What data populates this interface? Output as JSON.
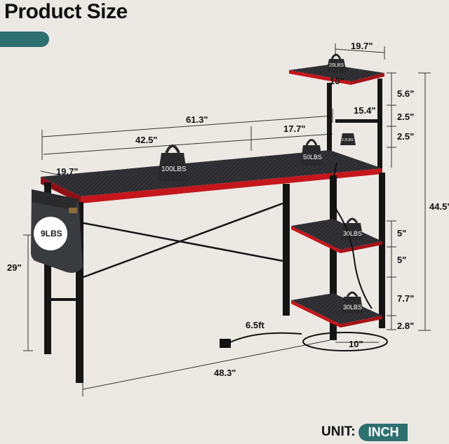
{
  "header": {
    "title": "Product Size"
  },
  "dimensions": {
    "top_width": "19.7\"",
    "top_shelf_depth": "10\"",
    "h_5_6": "5.6\"",
    "shelf_gap_15_4": "15.4\"",
    "h_2_5_a": "2.5\"",
    "h_2_5_b": "2.5\"",
    "total_length": "61.3\"",
    "desk_length": "42.5\"",
    "shelf_length": "17.7\"",
    "depth": "19.7\"",
    "total_height": "44.5\"",
    "desk_height": "29\"",
    "h_5_a": "5\"",
    "h_5_b": "5\"",
    "h_7_7": "7.7\"",
    "h_2_8": "2.8\"",
    "cable": "6.5ft",
    "bottom_shelf_depth": "10\"",
    "bottom_length": "48.3\""
  },
  "weights": {
    "w_100": "100LBS",
    "w_50": "50LBS",
    "w_20": "20LBS",
    "w_2_2": "2.2LBS",
    "w_30_a": "30LBS",
    "w_30_b": "30LBS",
    "bag": "9LBS"
  },
  "footer": {
    "unit_label": "UNIT:",
    "unit_value": "INCH"
  },
  "colors": {
    "accent": "#2e6f70",
    "desk_edge": "#c4161c",
    "desk_top": "#2b2b2e",
    "frame": "#151515"
  }
}
